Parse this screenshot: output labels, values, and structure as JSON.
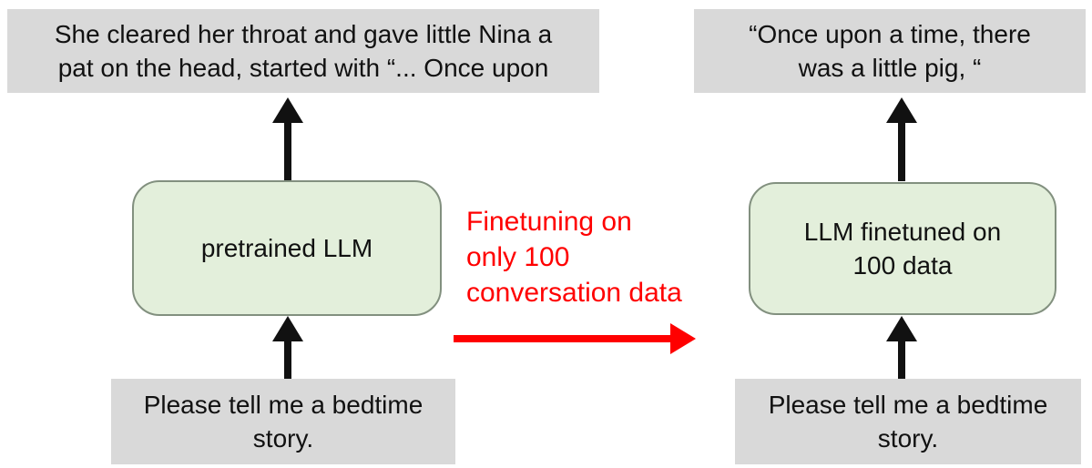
{
  "colors": {
    "box_gray": "#d9d9d9",
    "box_green": "#e3efdb",
    "green_border": "#82907f",
    "arrow_black": "#111111",
    "accent_red": "#ff0000"
  },
  "left": {
    "output": "She cleared her throat and gave little Nina a\npat on the head, started with “... Once upon",
    "model": "pretrained LLM",
    "prompt": "Please tell me a bedtime\nstory."
  },
  "center": {
    "label": "Finetuning on\nonly 100\nconversation data"
  },
  "right": {
    "output": "“Once upon a time, there\nwas a little pig, “",
    "model": "LLM finetuned on\n100 data",
    "prompt": "Please tell me a bedtime\nstory."
  }
}
